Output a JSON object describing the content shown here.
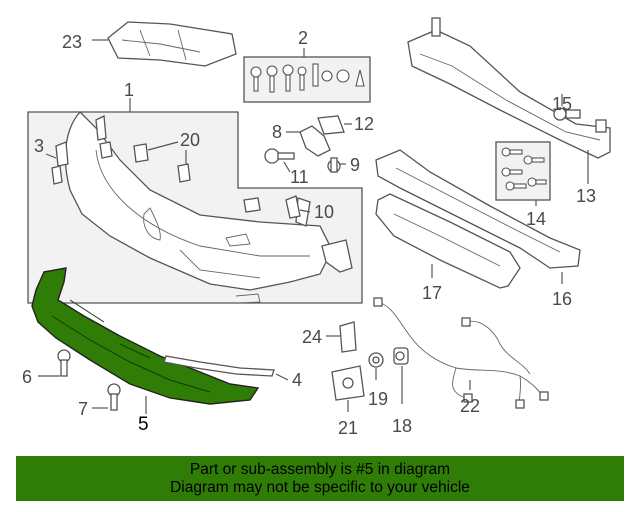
{
  "callouts": {
    "c1": "1",
    "c2": "2",
    "c3": "3",
    "c4": "4",
    "c5": "5",
    "c6": "6",
    "c7": "7",
    "c8": "8",
    "c9": "9",
    "c10": "10",
    "c11": "11",
    "c12": "12",
    "c13": "13",
    "c14": "14",
    "c15": "15",
    "c16": "16",
    "c17": "17",
    "c18": "18",
    "c19": "19",
    "c20": "20",
    "c21": "21",
    "c22": "22",
    "c23": "23",
    "c24": "24"
  },
  "highlight": {
    "part_number": "5",
    "color": "#2f7d06"
  },
  "banner": {
    "line1": "Part or sub-assembly is #5 in diagram",
    "line2": "Diagram may not be specific to your vehicle",
    "background": "#2f7d06"
  }
}
